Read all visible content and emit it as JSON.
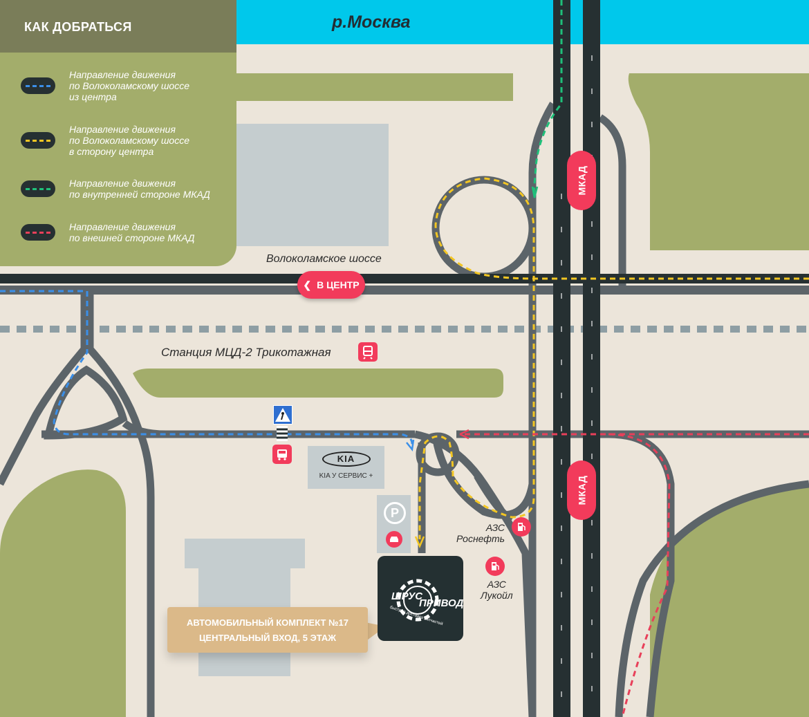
{
  "legend": {
    "title": "КАК ДОБРАТЬСЯ",
    "items": [
      {
        "text": "Направление движения\nпо Волоколамскому шоссе\nиз центра",
        "color": "#3b8fe8"
      },
      {
        "text": "Направление движения\nпо Волоколамскому шоссе\nв сторону центра",
        "color": "#f3c623"
      },
      {
        "text": "Направление движения\nпо внутренней стороне МКАД",
        "color": "#1fc07a"
      },
      {
        "text": "Направление движения\nпо внешней стороне МКАД",
        "color": "#e8405a"
      }
    ]
  },
  "river": {
    "label": "р.Москва"
  },
  "roads": {
    "volokolamskoe": "Волоколамское шоссе",
    "mkad_label": "МКАД"
  },
  "center_pin": {
    "label": "В ЦЕНТР",
    "icon": "chevron-left-icon"
  },
  "station": {
    "label": "Станция МЦД-2 Трикотажная",
    "icon": "train-icon"
  },
  "kia": {
    "logo": "KIA",
    "label": "KIA У СЕРВИС +"
  },
  "parking": {
    "symbol": "P"
  },
  "gas_stations": [
    {
      "label": "АЗС\nРоснефть",
      "icon": "fuel-icon"
    },
    {
      "label": "АЗС\nЛукойл",
      "icon": "fuel-icon"
    }
  ],
  "target": {
    "logo_line1": "ШРУС",
    "logo_line2": "ПРИВОД",
    "logo_tagline": "быстрая доставка запчастей"
  },
  "callout": {
    "line1": "АВТОМОБИЛЬНЫЙ КОМПЛЕКТ №17",
    "line2": "ЦЕНТРАЛЬНЫЙ ВХОД, 5 ЭТАЖ"
  },
  "colors": {
    "ground": "#ece5da",
    "grass": "#a3ad6b",
    "river": "#00c8eb",
    "road": "#5c6469",
    "highway": "#263032",
    "building": "#c5cdcf",
    "accent_red": "#f23b5b",
    "callout": "#dbb989"
  }
}
